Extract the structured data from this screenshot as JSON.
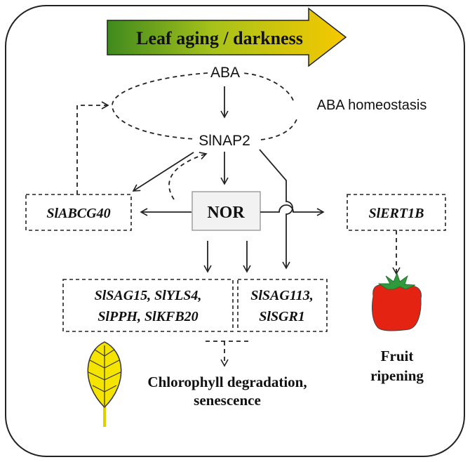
{
  "banner": {
    "label": "Leaf aging / darkness",
    "gradient_start": "#3f8a1e",
    "gradient_mid": "#a8c21a",
    "gradient_end": "#f7c800"
  },
  "nodes": {
    "aba": "ABA",
    "aba_homeostasis": "ABA homeostasis",
    "slnap2": "SlNAP2",
    "nor": "NOR",
    "slabcg40": "SlABCG40",
    "slert1b": "SlERT1B",
    "group1_line1": "SlSAG15, SlYLS4,",
    "group1_line2": "SlPPH, SlKFB20",
    "group2_line1": "SlSAG113,",
    "group2_line2": "SlSGR1"
  },
  "outcomes": {
    "chlorophyll_line1": "Chlorophyll degradation,",
    "chlorophyll_line2": "senescence",
    "fruit_line1": "Fruit",
    "fruit_line2": "ripening"
  },
  "colors": {
    "nor_fill": "#f2f2f2",
    "leaf_fill": "#f5e400",
    "tomato_fill": "#e42313",
    "tomato_leaves": "#2e9a3c",
    "line": "#222222"
  },
  "icons": [
    "leaf-icon",
    "tomato-icon"
  ]
}
